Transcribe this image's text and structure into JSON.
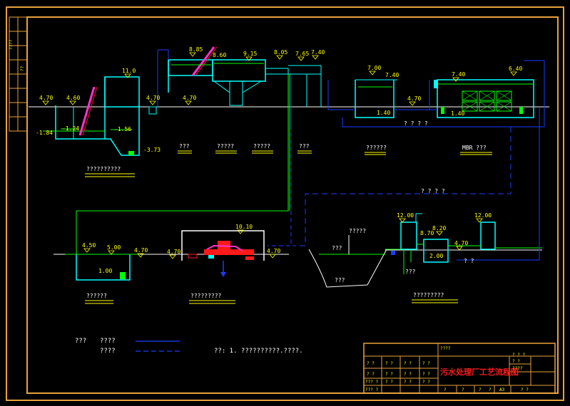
{
  "colors": {
    "frame": "#e8a23a",
    "white": "#ffffff",
    "yellow": "#ffff00",
    "cyan": "#00ffff",
    "green": "#00ff00",
    "blue": "#1a3cff",
    "red": "#ff1a1a",
    "magenta": "#ff33cc"
  },
  "elevations": {
    "e1": "4.70",
    "e2": "4.60",
    "e3": "-1.84",
    "e4": "-1.24",
    "e5": "-1.56",
    "e6": "11.0",
    "e7": "4.70",
    "e8": "4.70",
    "e9": "-3.73",
    "e10": "8.85",
    "e11": "8.60",
    "e12": "9.15",
    "e13": "8.05",
    "e14": "7.65",
    "e15": "7.40",
    "e16": "7.00",
    "e17": "7.40",
    "e18": "1.40",
    "e19": "4.70",
    "e20": "7.40",
    "e21": "6.40",
    "e22": "1.40",
    "e23": "4.50",
    "e24": "5.00",
    "e25": "4.70",
    "e26": "1.00",
    "e27": "10.10",
    "e28": "4.70",
    "e29": "4.70",
    "e30": "12.00",
    "e31": "8.70",
    "e32": "8.20",
    "e33": "2.00",
    "e34": "4.70",
    "e35": "12.00"
  },
  "labels": {
    "unit1": "??????????",
    "u_a": "???",
    "u_b": "?????",
    "u_c": "?????",
    "u_d": "???",
    "u_e": "??????",
    "mbr": "MBR ???",
    "pipe1": "? ? ? ?",
    "pipe2": "? ? ? ?",
    "unit_sludge": "??????",
    "unit_press": "?????????",
    "pond_top": "?????",
    "pond_water": "???",
    "pond_name": "???",
    "unit_out": "?????????",
    "out_a": "???",
    "out_b": "? ?"
  },
  "legend": {
    "row1_a": "???",
    "row1_b": "????",
    "row2_b": "????",
    "note": "??:  1. ??????????.????."
  },
  "title_block": {
    "title": "污水处理厂工艺流程图",
    "h1": "????",
    "h2": "? ? ?",
    "h3": "? ?",
    "h4": "????",
    "r1a": "? ?",
    "r1b": "? ?",
    "r1c": "? ?",
    "r1d": "? ?",
    "r2a": "? ?",
    "r2b": "? ?",
    "r2c": "? ?",
    "r2d": "? ?",
    "r3a": "??? ?",
    "r3b": "? ?",
    "r3c": "? ?",
    "r3d": "? ?",
    "r4a": "??? ?",
    "r4b": "?",
    "r4c": "?",
    "r4d": "?",
    "r4e": "?",
    "r4f": "A3",
    "r4g": "? ?"
  },
  "sidebar": {
    "t1": "????",
    "t2": "??"
  }
}
